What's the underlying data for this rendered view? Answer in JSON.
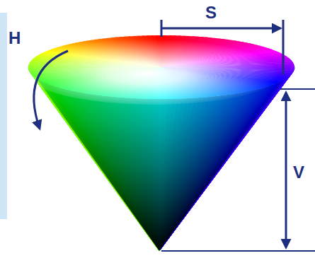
{
  "diagram": {
    "labels": [
      "H",
      "S",
      "V"
    ]
  }
}
